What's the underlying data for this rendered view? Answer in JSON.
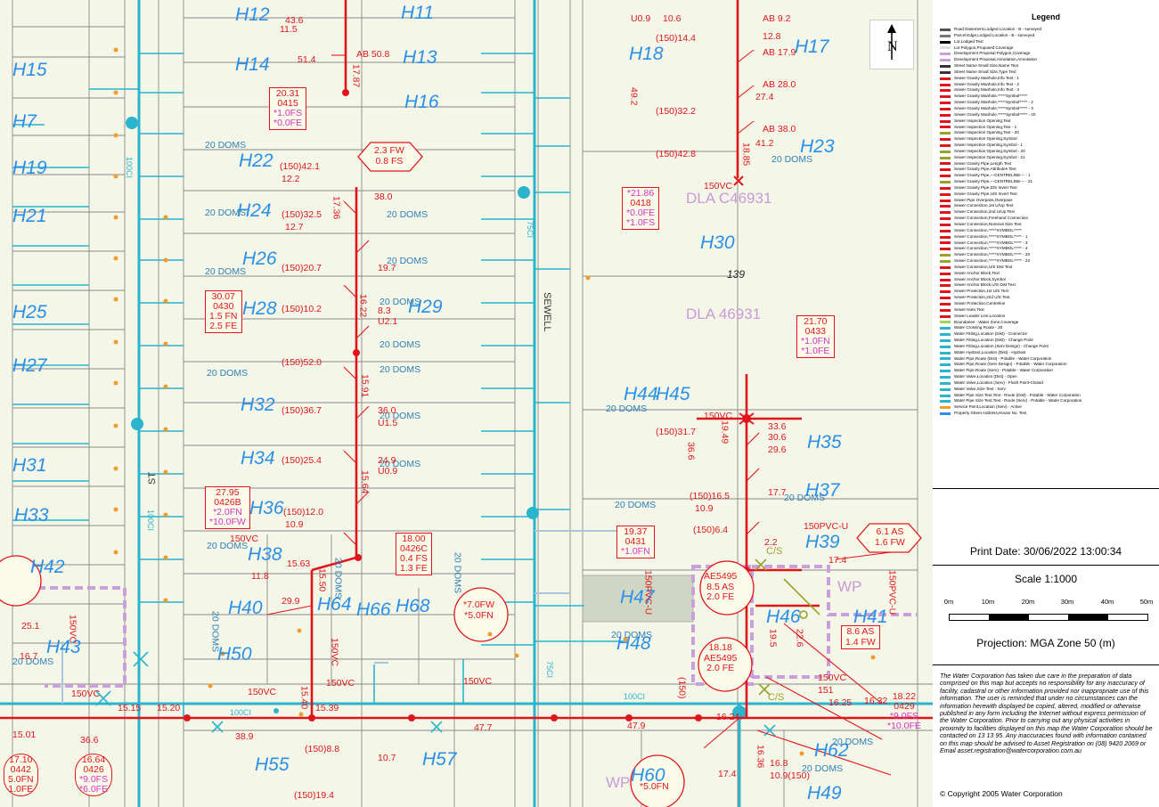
{
  "legend": {
    "title": "Legend",
    "entries": [
      {
        "label": "Road Easement,Lodged Location - B - surveyed",
        "color": "#555555"
      },
      {
        "label": "Parcel Edge,Lodged Location - B - surveyed",
        "color": "#777777"
      },
      {
        "label": "Lot,Lodged Text",
        "color": "#000000"
      },
      {
        "label": "Lot Polygon,Proposed Coverage",
        "color": "#dddddd"
      },
      {
        "label": "Development Proposal Polygon,Coverage",
        "color": "#c9a0dc"
      },
      {
        "label": "Development Proposal,Annotation,Annotation",
        "color": "#c9a0dc"
      },
      {
        "label": "Street Name Small Size,Name Text",
        "color": "#333333"
      },
      {
        "label": "Street Name Small Size,Type Text",
        "color": "#333333"
      },
      {
        "label": "Sewer Gravity Manhole,Info Text - 1",
        "color": "#e0151c"
      },
      {
        "label": "Sewer Gravity Manhole,Info Text - 2",
        "color": "#e0151c"
      },
      {
        "label": "Sewer Gravity Manhole,Info Text - 3",
        "color": "#e0151c"
      },
      {
        "label": "Sewer Gravity Manhole,*****Symbol*****",
        "color": "#e0151c"
      },
      {
        "label": "Sewer Gravity Manhole,*****Symbol***** - 2",
        "color": "#e0151c"
      },
      {
        "label": "Sewer Gravity Manhole,*****Symbol***** - 3",
        "color": "#e0151c"
      },
      {
        "label": "Sewer Gravity Manhole,*****Symbol***** - 20",
        "color": "#e0151c"
      },
      {
        "label": "Sewer Inspection Opening,Text",
        "color": "#e0151c"
      },
      {
        "label": "Sewer Inspection Opening,Text - 1",
        "color": "#e0151c"
      },
      {
        "label": "Sewer Inspection Opening,Text - 20",
        "color": "#9aa02a"
      },
      {
        "label": "Sewer Inspection Opening,Symbol",
        "color": "#e0151c"
      },
      {
        "label": "Sewer Inspection Opening,Symbol - 1",
        "color": "#e0151c"
      },
      {
        "label": "Sewer Inspection Opening,Symbol - 20",
        "color": "#9aa02a"
      },
      {
        "label": "Sewer Inspection Opening,Symbol - 21",
        "color": "#9aa02a"
      },
      {
        "label": "Sewer Gravity Pipe,Length Text",
        "color": "#e0151c"
      },
      {
        "label": "Sewer Gravity Pipe,Attributes Text",
        "color": "#e0151c"
      },
      {
        "label": "Sewer Gravity Pipe,---CENTRELINE--- - 1",
        "color": "#e0151c"
      },
      {
        "label": "Sewer Gravity Pipe,---CENTRELINE--- - 21",
        "color": "#9aa02a"
      },
      {
        "label": "Sewer Gravity Pipe,D/S Invert Text",
        "color": "#e0151c"
      },
      {
        "label": "Sewer Gravity Pipe,U/S Invert Text",
        "color": "#e0151c"
      },
      {
        "label": "Sewer Pipe Overpass,Overpass",
        "color": "#e0151c"
      },
      {
        "label": "Sewer Connection,1st U/Up Text",
        "color": "#e0151c"
      },
      {
        "label": "Sewer Connection,2nd U/Up Text",
        "color": "#e0151c"
      },
      {
        "label": "Sewer Connection,Freehand Connection",
        "color": "#e0151c"
      },
      {
        "label": "Sewer Connection,Nominal Size Text",
        "color": "#e0151c"
      },
      {
        "label": "Sewer Connection,*****SYMBOL*****",
        "color": "#e0151c"
      },
      {
        "label": "Sewer Connection,*****SYMBOL***** - 1",
        "color": "#e0151c"
      },
      {
        "label": "Sewer Connection,*****SYMBOL***** - 3",
        "color": "#e0151c"
      },
      {
        "label": "Sewer Connection,*****SYMBOL***** - 4",
        "color": "#e0151c"
      },
      {
        "label": "Sewer Connection,*****SYMBOL***** - 20",
        "color": "#9aa02a"
      },
      {
        "label": "Sewer Connection,*****SYMBOL***** - 23",
        "color": "#9aa02a"
      },
      {
        "label": "Sewer Connection,U/S Dist Text",
        "color": "#e0151c"
      },
      {
        "label": "Sewer Anchor Block,Text",
        "color": "#e0151c"
      },
      {
        "label": "Sewer Anchor Block,Symbol",
        "color": "#e0151c"
      },
      {
        "label": "Sewer Anchor Block,U/S Dist Text",
        "color": "#e0151c"
      },
      {
        "label": "Sewer Protection,1st U/S Text",
        "color": "#e0151c"
      },
      {
        "label": "Sewer Protection,2nd U/S Text",
        "color": "#e0151c"
      },
      {
        "label": "Sewer Protection,Centreline",
        "color": "#e0151c"
      },
      {
        "label": "Sewer Note,Text",
        "color": "#e0151c"
      },
      {
        "label": "Sewer Leader Line,Location",
        "color": "#e0151c"
      },
      {
        "label": "Boundaries - Water Zone,Coverage",
        "color": "#a6d25a"
      },
      {
        "label": "Water Crossing Route - 20",
        "color": "#2ab4ce"
      },
      {
        "label": "Water Fitting,Location (Dist) - Connector",
        "color": "#2ab4ce"
      },
      {
        "label": "Water Fitting,Location (Dist) - Change Point",
        "color": "#2ab4ce"
      },
      {
        "label": "Water Fitting,Location (Serv Design) - Change Point",
        "color": "#2ab4ce"
      },
      {
        "label": "Water Hydrant,Location (Dist) - Hydrant",
        "color": "#2ab4ce"
      },
      {
        "label": "Water Pipe,Route (Dist) - Potable - Water Corporation",
        "color": "#2ab4ce"
      },
      {
        "label": "Water Pipe,Route (Serv Design) - Potable - Water Corporation",
        "color": "#2ab4ce"
      },
      {
        "label": "Water Pipe,Route (Serv) - Potable - Water Corporation",
        "color": "#2ab4ce"
      },
      {
        "label": "Water Valve,Location (Dist) - Open",
        "color": "#2ab4ce"
      },
      {
        "label": "Water Valve,Location (Serv) - Flush Point-Closed",
        "color": "#2ab4ce"
      },
      {
        "label": "Water Valve,Size Text - Serv",
        "color": "#2ab4ce"
      },
      {
        "label": "Water Pipe Size Text,Text - Route (Dist) - Potable - Water Corporation",
        "color": "#2ab4ce"
      },
      {
        "label": "Water Pipe Size Text,Text - Route (Serv) - Potable - Water Corporation",
        "color": "#2ab4ce"
      },
      {
        "label": "Service Point,Location (Serv) - Active",
        "color": "#f39a2b"
      },
      {
        "label": "Property Street Address,House No. Text",
        "color": "#2a8fe8"
      }
    ]
  },
  "print_date": "Print Date: 30/06/2022 13:00:34",
  "scale": {
    "title": "Scale 1:1000",
    "ticks": [
      "0m",
      "10m",
      "20m",
      "30m",
      "40m",
      "50m"
    ],
    "projection": "Projection: MGA Zone 50 (m)"
  },
  "disclaimer": "The Water Corporation has taken due care in the preparation of data comprised on this map but accepts no responsibility for any inaccuracy of facility, cadastral or other information provided nor inappropriate use of this information. The user is reminded that under no circumstances can the information herewith displayed be copied, altered, modified or otherwise published in any form including the Internet without express permission of the Water Corporation. Prior to carrying out any physical activities in proximity to facilities displayed on this map the Water Corporation should be contacted on 13 13 95. Any inaccuracies found with information contained on this map should be advised to Asset Registration on (08) 9420 2069 or Email asset.registration@watercorporation.com.au",
  "copyright": "© Copyright 2005 Water Corporation",
  "north": "N",
  "map": {
    "house_numbers": [
      "H12",
      "H11",
      "H15",
      "H14",
      "H13",
      "H7",
      "H18",
      "H16",
      "H17",
      "H19",
      "H22",
      "H21",
      "H24",
      "H23",
      "H26",
      "H25",
      "H28",
      "H29",
      "H30",
      "H27",
      "H32",
      "H31",
      "H34",
      "H33",
      "H36",
      "H35",
      "H37",
      "H38",
      "H39",
      "H40",
      "H41",
      "H42",
      "H43",
      "H44",
      "H45",
      "H46",
      "H47",
      "H48",
      "H49",
      "H50",
      "H64",
      "H66",
      "H68",
      "H55",
      "H57",
      "H60",
      "H62"
    ],
    "labels": {
      "dla1": "DLA C46931",
      "dla2": "DLA 46931",
      "lot139": "139",
      "street": "SEWELL",
      "st": "ST",
      "doms": "20 DOMS",
      "pipe150vc": "150VC",
      "pipe150pvc": "150PVC-U",
      "water100ci": "100CI",
      "water75ci": "75CI",
      "cs": "C/S",
      "wp": "WP"
    },
    "sewer_values": [
      "43.6",
      "11.5",
      "51.4",
      "AB 50.8",
      "17.87",
      "(150)14.4",
      "12.8",
      "AB 9.2",
      "U0.9",
      "10.6",
      "AB 17.9",
      "AB 28.0",
      "27.4",
      "49.2",
      "(150)32.2",
      "AB 38.0",
      "41.2",
      "(150)42.8",
      "18.85",
      "(150)42.1",
      "12.2",
      "38.0",
      "17.36",
      "(150)32.5",
      "12.7",
      "(150)20.7",
      "19.7",
      "16.22",
      "(150)10.2",
      "8.3",
      "U2.1",
      "(150)52.0",
      "(150)36.7",
      "15.91",
      "36.0",
      "U1.5",
      "(150)25.4",
      "24.9",
      "U0.9",
      "(150)12.0",
      "10.9",
      "15.64",
      "15.63",
      "11.8",
      "29.9",
      "15.50",
      "15.39",
      "15.40",
      "15.15",
      "15.20",
      "15.01",
      "47.7",
      "47.9",
      "36.6",
      "38.9",
      "(150)8.8",
      "10.7",
      "(150)19.4",
      "(150)31.7",
      "36.6",
      "19.49",
      "33.6",
      "30.6",
      "29.6",
      "(150)16.5",
      "10.9",
      "(150)6.4",
      "17.7",
      "2.2",
      "17.4",
      "19.5",
      "22.6",
      "25.1",
      "16.7",
      "(150)",
      "151",
      "16.25",
      "16.32",
      "16.24",
      "16.36",
      "16.8",
      "10.9(150)",
      "17.4",
      "6.1 AS",
      "1.6 FW",
      "8.6 AS",
      "1.4 FW"
    ],
    "mh_boxes": [
      {
        "id": "20.31",
        "code": "0415",
        "l1": "*1.0FS",
        "l2": "*0.0FE"
      },
      {
        "id": "*21.86",
        "code": "0418",
        "l1": "*0.0FE",
        "l2": "*1.0FS"
      },
      {
        "id": "30.07",
        "code": "0430",
        "l1": "1.5 FN",
        "l2": "2.5 FE"
      },
      {
        "id": "21.70",
        "code": "0433",
        "l1": "*1.0FN",
        "l2": "*1.0FE"
      },
      {
        "id": "27.95",
        "code": "0426B",
        "l1": "*2.0FN",
        "l2": "*10.0FW"
      },
      {
        "id": "18.00",
        "code": "0426C",
        "l1": "0.4 FS",
        "l2": "1.3 FE"
      },
      {
        "id": "19.37",
        "code": "0431",
        "l1": "",
        "l2": "*1.0FN"
      },
      {
        "id": "18.22",
        "code": "0429",
        "l1": "*9.0FS",
        "l2": "*10.0FE"
      },
      {
        "id": "16.64",
        "code": "0426",
        "l1": "*9.0FS",
        "l2": "*6.0FE"
      },
      {
        "id": "17.10",
        "code": "0442",
        "l1": "5.0FN",
        "l2": "1.0FE"
      }
    ],
    "hex_labels": [
      {
        "l1": "2.3 FW",
        "l2": "0.8 FS"
      },
      {
        "l1": "6.1 AS",
        "l2": "1.6 FW"
      }
    ],
    "circle_labels": [
      {
        "l1": "",
        "l2": "*7.0FW",
        "l3": "*5.0FN"
      },
      {
        "l1": "AE5495",
        "l2": "8.5 AS",
        "l3": "2.0 FE"
      },
      {
        "l1": "18.18",
        "l2": "AE5495",
        "l3": "2.0 FE"
      },
      {
        "l1": "",
        "l2": "*5.0FN",
        "l3": ""
      }
    ]
  },
  "colors": {
    "sewer": "#e0151c",
    "water": "#2ab4ce",
    "house_number": "#2a8fe8",
    "service_point": "#f39a2b",
    "development": "#c9a0dc",
    "background": "#f4f7e8"
  }
}
